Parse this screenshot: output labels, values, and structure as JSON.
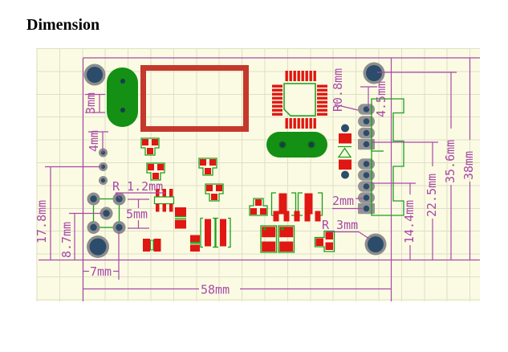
{
  "page": {
    "title": "Dimension"
  },
  "dimensions": {
    "d3": "3mm",
    "d4": "4mm",
    "r1_2": "R 1.2mm",
    "d5": "5mm",
    "d17_8": "17.8mm",
    "d8_7": "8.7mm",
    "d7": "7mm",
    "d58": "58mm",
    "r0_8": "R0.8mm",
    "d4_5": "4.5mm",
    "d2": "2mm",
    "r3": "R 3mm",
    "d14_4": "14.4mm",
    "d22_5": "22.5mm",
    "d35_6": "35.6mm",
    "d38": "38mm"
  },
  "colors": {
    "canvas": "#FBFBE3",
    "grid": "#DFDFC9",
    "dimension_purple": "#A849A8",
    "pad_red": "#E01712",
    "outline_red": "#C4392B",
    "silk_green": "#18A018",
    "body_green": "#149014",
    "hole_navy": "#2B4C6B",
    "ring_gray": "#8D8D8D",
    "pad_gray": "#939393",
    "title_text": "#000000"
  }
}
